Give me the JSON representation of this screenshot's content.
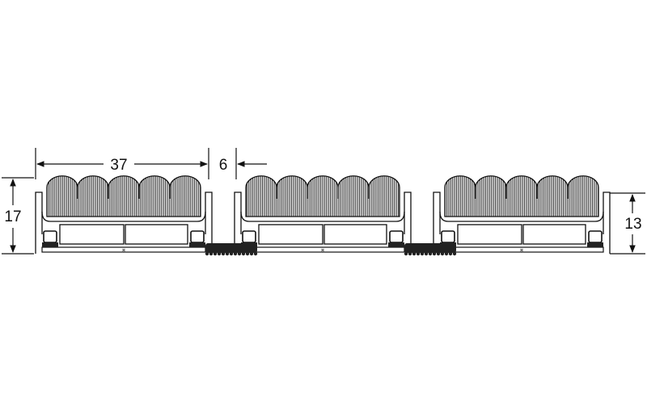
{
  "dimensions": {
    "overall_height": "17",
    "profile_width": "37",
    "gap_width": "6",
    "visible_height": "13"
  },
  "profile": {
    "brush_tufts_per_profile": 5,
    "profile_count": 3
  },
  "colors": {
    "line": "#111111",
    "background": "#ffffff",
    "brush_fill": "#d8d8d8",
    "tread": "#222222"
  }
}
